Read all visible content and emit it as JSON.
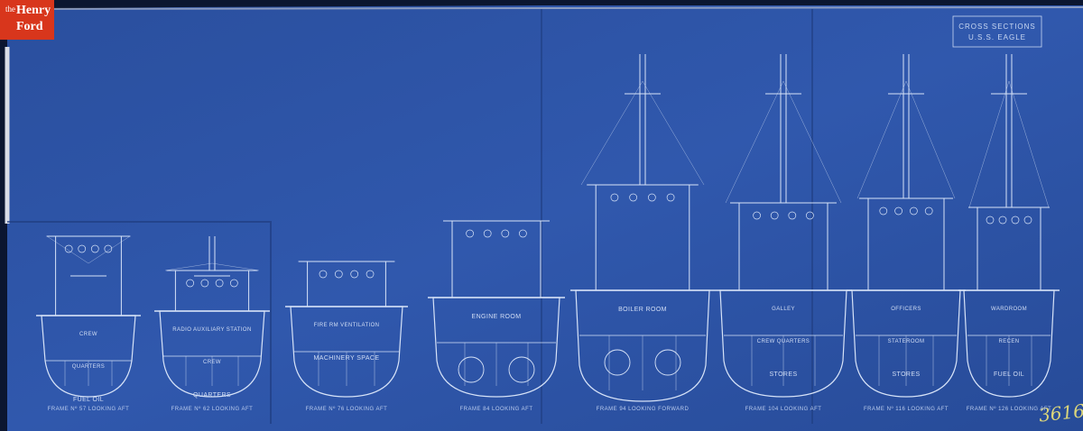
{
  "logo": {
    "line1": "the",
    "line2": "Henry",
    "line3": "Ford"
  },
  "drawing": {
    "title_line1": "CROSS SECTIONS",
    "title_line2": "U.S.S. EAGLE",
    "ink_number": "3616",
    "paper_color": "#2d54a6",
    "line_color": "#d7e3f8"
  },
  "sections": [
    {
      "caption": "FRAME Nº 57 LOOKING AFT",
      "compartments": [
        "CREW",
        "QUARTERS",
        "FUEL OIL"
      ]
    },
    {
      "caption": "FRAME Nº 62 LOOKING AFT",
      "compartments": [
        "RADIO AUXILIARY STATION",
        "CREW",
        "QUARTERS"
      ]
    },
    {
      "caption": "FRAME Nº 76 LOOKING AFT",
      "compartments": [
        "FIRE RM VENTILATION",
        "MACHINERY SPACE"
      ]
    },
    {
      "caption": "FRAME 84 LOOKING AFT",
      "compartments": [
        "ENGINE ROOM"
      ]
    },
    {
      "caption": "FRAME 94 LOOKING FORWARD",
      "compartments": [
        "BOILER ROOM"
      ]
    },
    {
      "caption": "FRAME 104 LOOKING AFT",
      "compartments": [
        "GALLEY",
        "CREW QUARTERS",
        "STORES"
      ]
    },
    {
      "caption": "FRAME Nº 116 LOOKING AFT",
      "compartments": [
        "OFFICERS",
        "STATEROOM",
        "STORES"
      ]
    },
    {
      "caption": "FRAME Nº 126 LOOKING AFT",
      "compartments": [
        "WARDROOM",
        "RECEN",
        "FUEL OIL"
      ]
    }
  ]
}
